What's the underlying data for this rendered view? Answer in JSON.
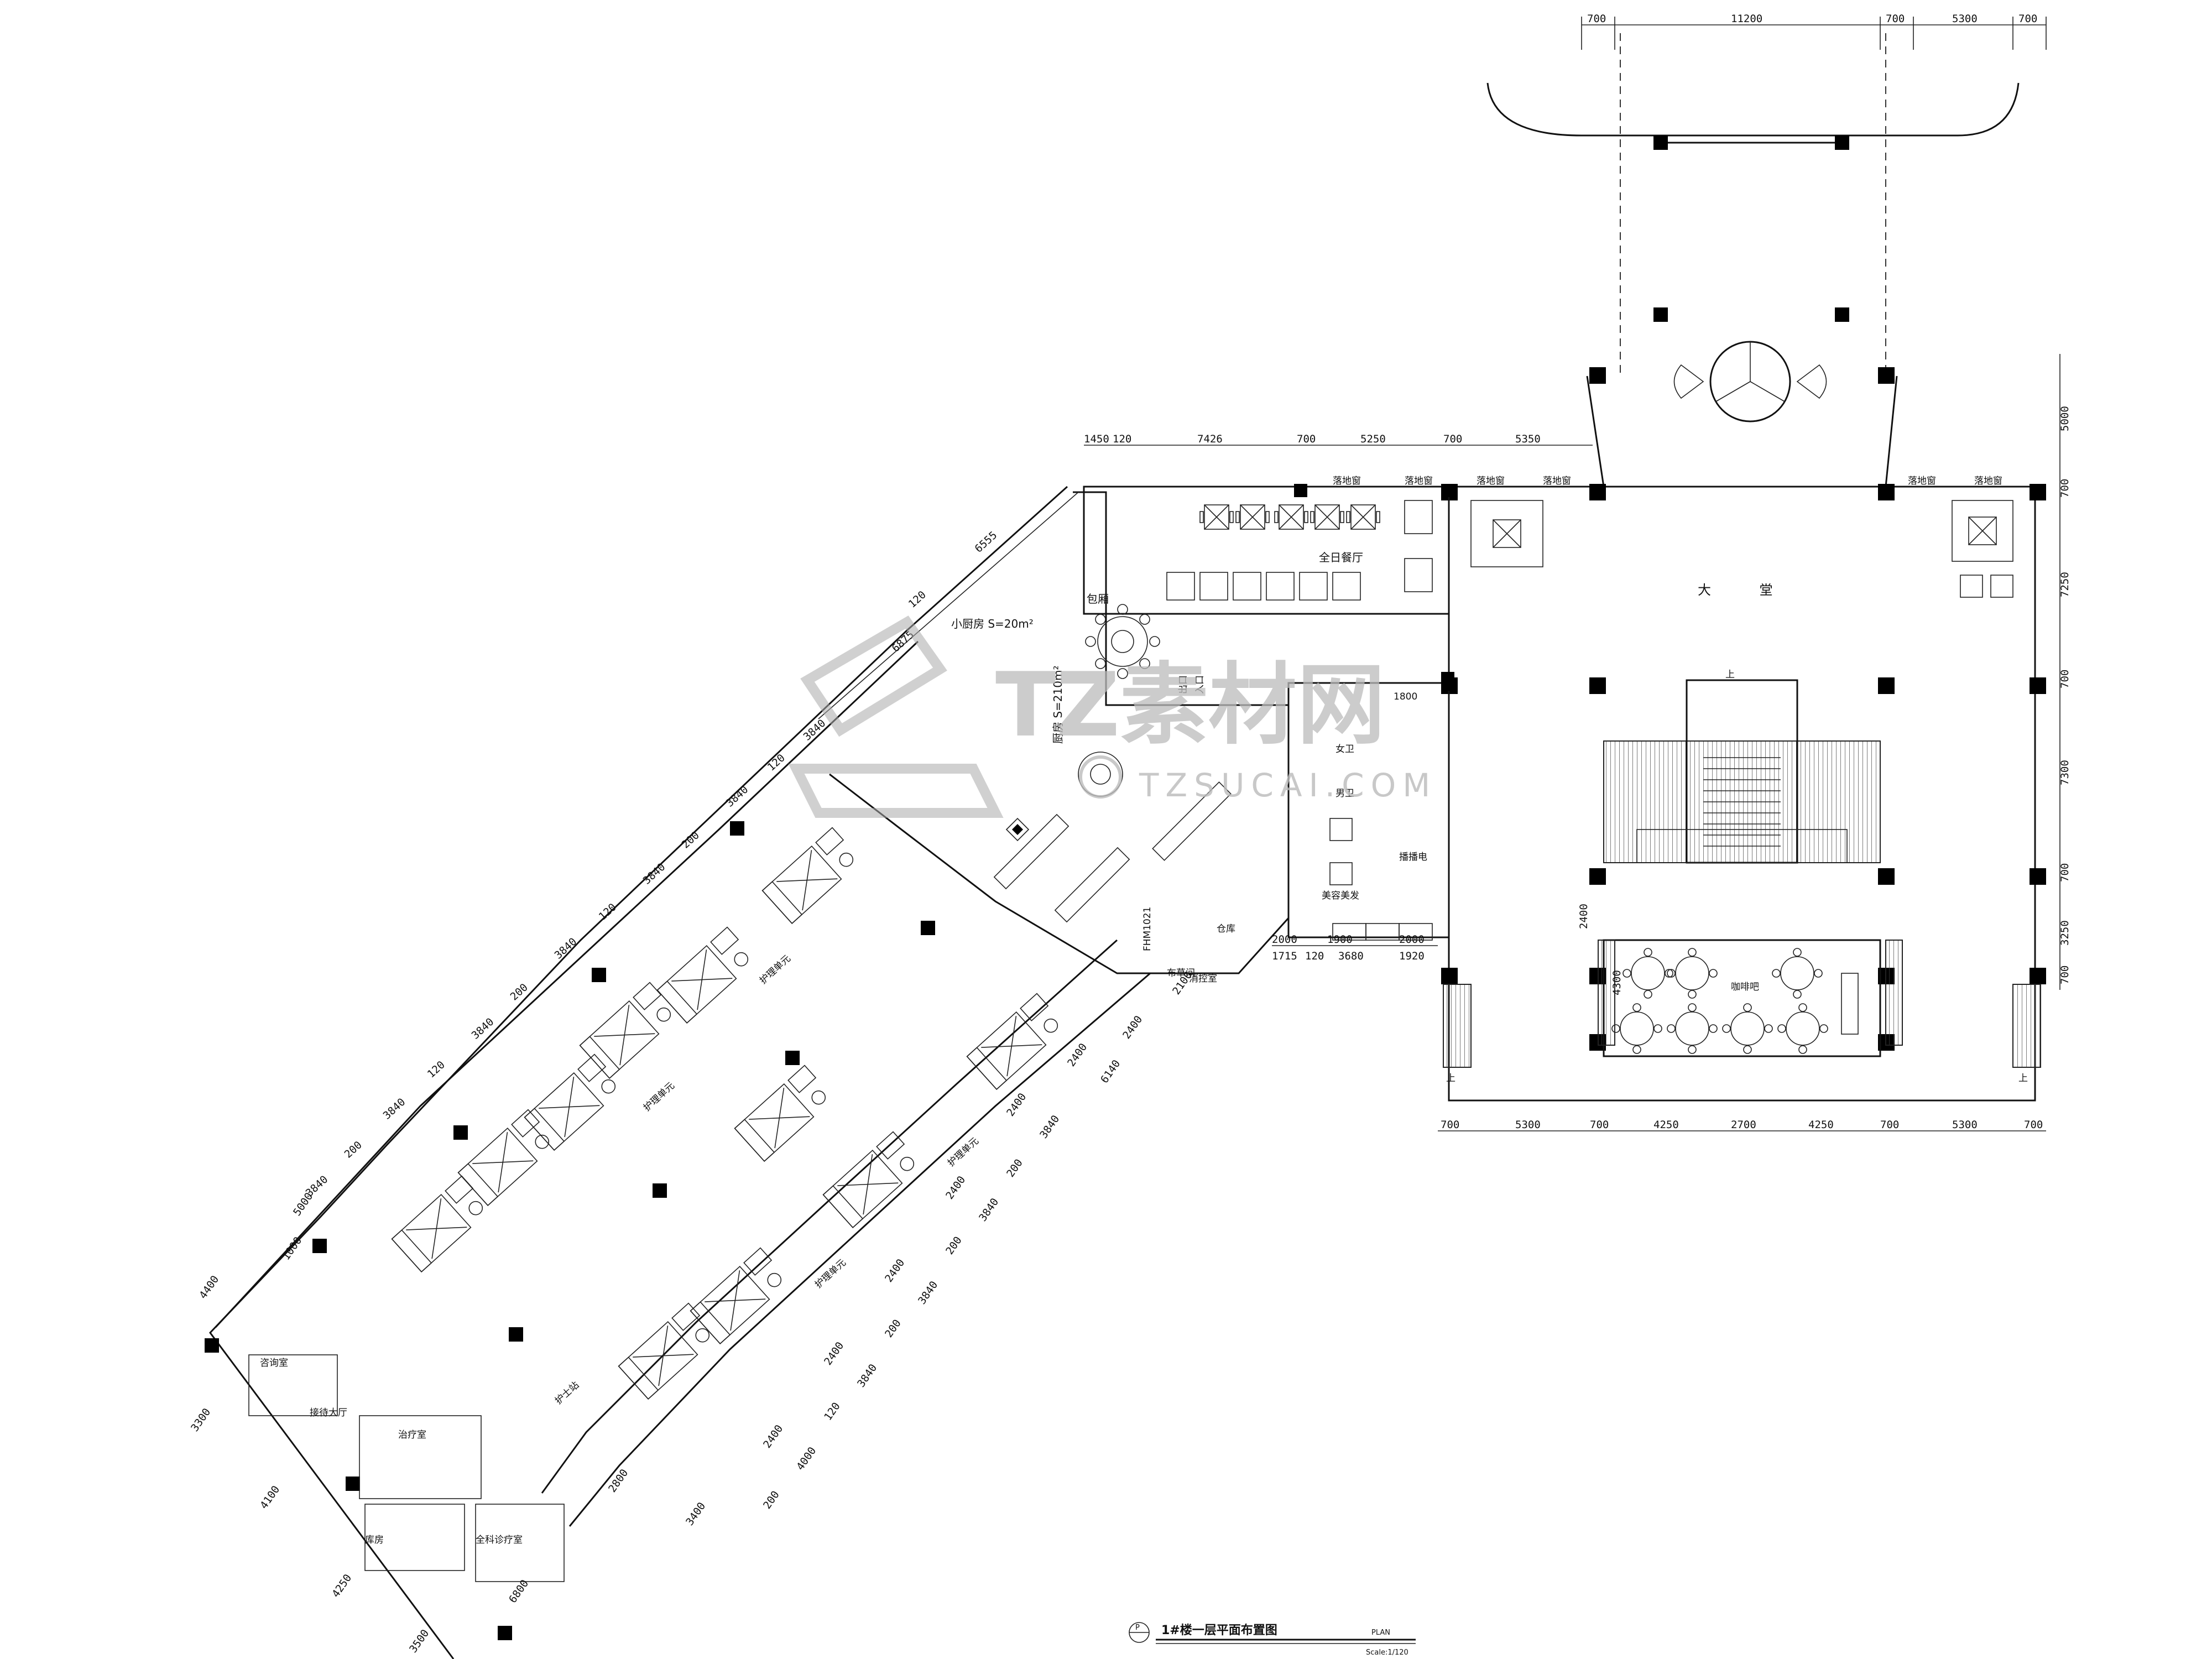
{
  "drawing": {
    "title": "1#楼一层平面布置图",
    "subtitle": "PLAN",
    "scale": "Scale:1/120",
    "index_mark": "P"
  },
  "watermark": {
    "brand": "TZ素材网",
    "url": "TZSUCAI.COM"
  },
  "dims": {
    "top": [
      "700",
      "11200",
      "700",
      "5300",
      "700"
    ],
    "mid_top": [
      "1450",
      "120",
      "7426",
      "700",
      "5250",
      "700",
      "5350"
    ],
    "right": [
      "5000",
      "700",
      "7250",
      "700",
      "7300",
      "700",
      "3250",
      "700"
    ],
    "bottom": [
      "700",
      "5300",
      "700",
      "4250",
      "2700",
      "4250",
      "700",
      "5300",
      "700"
    ],
    "stair_rows": [
      "2000",
      "1900",
      "2000",
      "1715",
      "120",
      "3680",
      "1920"
    ],
    "cafe": [
      "4300",
      "2400"
    ],
    "corridor": [
      "6555",
      "120",
      "6875"
    ],
    "west_upper": [
      "3840",
      "120",
      "3840",
      "200",
      "3840",
      "120",
      "3840",
      "200",
      "3840",
      "120",
      "3840",
      "200",
      "3840"
    ],
    "west_lower": [
      "4400",
      "3300",
      "4100",
      "4250",
      "3500",
      "6800",
      "1000",
      "5000",
      "2800"
    ],
    "east_lower": [
      "2400",
      "6140",
      "2400",
      "3840",
      "200",
      "2400",
      "3840",
      "200",
      "2400",
      "3840",
      "200",
      "2400",
      "3840",
      "120",
      "2400",
      "4000",
      "200",
      "3400",
      "2100",
      "2400"
    ]
  },
  "rooms": {
    "lobby": "大   堂",
    "all_day_dining": "全日餐厅",
    "small_kitchen": "小厨房 S=20m²",
    "kitchen": "厨房 S=210m²",
    "private_room": "包厢",
    "coffee_bar": "咖啡吧",
    "beauty": "美容美发",
    "broadcast": "播播电",
    "male_wc": "男卫",
    "female_wc": "女卫",
    "warehouse": "仓库",
    "linen": "布草间",
    "guest_room": "护理单元",
    "clinic": "全科诊疗室",
    "treatment": "治疗室",
    "reception": "接待大厅",
    "nurse_station": "护士站",
    "consult": "咨询室",
    "storage": "库房",
    "fire_room": "消控室",
    "fire_door": "FHM1021",
    "window_label": "落地窗",
    "up": "上",
    "exit_1": "出口",
    "exit_2": "入口",
    "s1800": "1800"
  }
}
